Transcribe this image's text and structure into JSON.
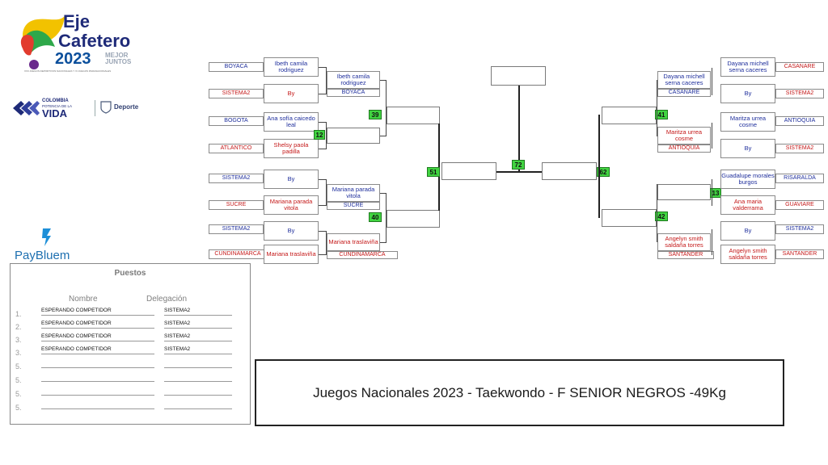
{
  "logos": {
    "eje": "Eje",
    "cafetero": "Cafetero",
    "year": "2023",
    "mejor": "MEJOR",
    "juntos": "JUNTOS",
    "games_line": "XXII JUEGOS DEPORTIVOS NACIONALES Y VI JUEGOS PARANACIONALES",
    "colombia": "COLOMBIA",
    "potencia": "POTENCIA DE LA",
    "vida": "VIDA",
    "deporte": "Deporte",
    "paybluem": "PayBluem"
  },
  "bracket": {
    "left_r1": [
      {
        "name": "Ibeth camila rodriguez",
        "del": "BOYACA",
        "color": "blue"
      },
      {
        "name": "By",
        "del": "SISTEMA2",
        "color": "red"
      },
      {
        "name": "Ana sofía caicedo leal",
        "del": "BOGOTA",
        "color": "blue"
      },
      {
        "name": "Shelsy paola padilla",
        "del": "ATLANTICO",
        "color": "red"
      },
      {
        "name": "By",
        "del": "SISTEMA2",
        "color": "blue"
      },
      {
        "name": "Mariana parada vitola",
        "del": "SUCRE",
        "color": "red"
      },
      {
        "name": "By",
        "del": "SISTEMA2",
        "color": "blue"
      },
      {
        "name": "Mariana traslaviña",
        "del": "CUNDINAMARCA",
        "color": "red"
      }
    ],
    "left_r2": [
      {
        "name": "Ibeth camila rodriguez",
        "del": "BOYACA",
        "color": "blue"
      },
      {
        "name": "Mariana parada vitola",
        "del": "SUCRE",
        "color": "blue"
      },
      {
        "name": "Mariana traslaviña",
        "del": "CUNDINAMARCA",
        "color": "red"
      }
    ],
    "right_r1": [
      {
        "name": "Dayana michell serna caceres",
        "del": "CASANARE",
        "color": "blue"
      },
      {
        "name": "By",
        "del": "SISTEMA2",
        "color": "red"
      },
      {
        "name": "Maritza urrea cosme",
        "del": "ANTIOQUIA",
        "color": "blue"
      },
      {
        "name": "By",
        "del": "SISTEMA2",
        "color": "red"
      },
      {
        "name": "Guadalupe morales burgos",
        "del": "RISARALDA",
        "color": "blue"
      },
      {
        "name": "Ana maria valderrama",
        "del": "GUAVIARE",
        "color": "red"
      },
      {
        "name": "By",
        "del": "SISTEMA2",
        "color": "blue"
      },
      {
        "name": "Angelyn smith saldaña torres",
        "del": "SANTANDER",
        "color": "red"
      }
    ],
    "right_r2": [
      {
        "name": "Dayana michell serna caceres",
        "del": "CASANARE",
        "color": "blue"
      },
      {
        "name": "Maritza urrea cosme",
        "del": "ANTIOQUIA",
        "color": "red"
      },
      {
        "name": "Angelyn smith saldaña torres",
        "del": "SANTANDER",
        "color": "red"
      }
    ],
    "match_numbers": [
      "12",
      "39",
      "40",
      "51",
      "72",
      "62",
      "41",
      "13",
      "42"
    ]
  },
  "puestos": {
    "title": "Puestos",
    "col_name": "Nombre",
    "col_del": "Delegación",
    "rows": [
      {
        "n": "1.",
        "name": "ESPERANDO COMPETIDOR",
        "del": "SISTEMA2"
      },
      {
        "n": "2.",
        "name": "ESPERANDO COMPETIDOR",
        "del": "SISTEMA2"
      },
      {
        "n": "3.",
        "name": "ESPERANDO COMPETIDOR",
        "del": "SISTEMA2"
      },
      {
        "n": "3.",
        "name": "ESPERANDO COMPETIDOR",
        "del": "SISTEMA2"
      },
      {
        "n": "5.",
        "name": "",
        "del": ""
      },
      {
        "n": "5.",
        "name": "",
        "del": ""
      },
      {
        "n": "5.",
        "name": "",
        "del": ""
      },
      {
        "n": "5.",
        "name": "",
        "del": ""
      }
    ]
  },
  "event_title": "Juegos Nacionales 2023 - Taekwondo - F SENIOR NEGROS -49Kg"
}
